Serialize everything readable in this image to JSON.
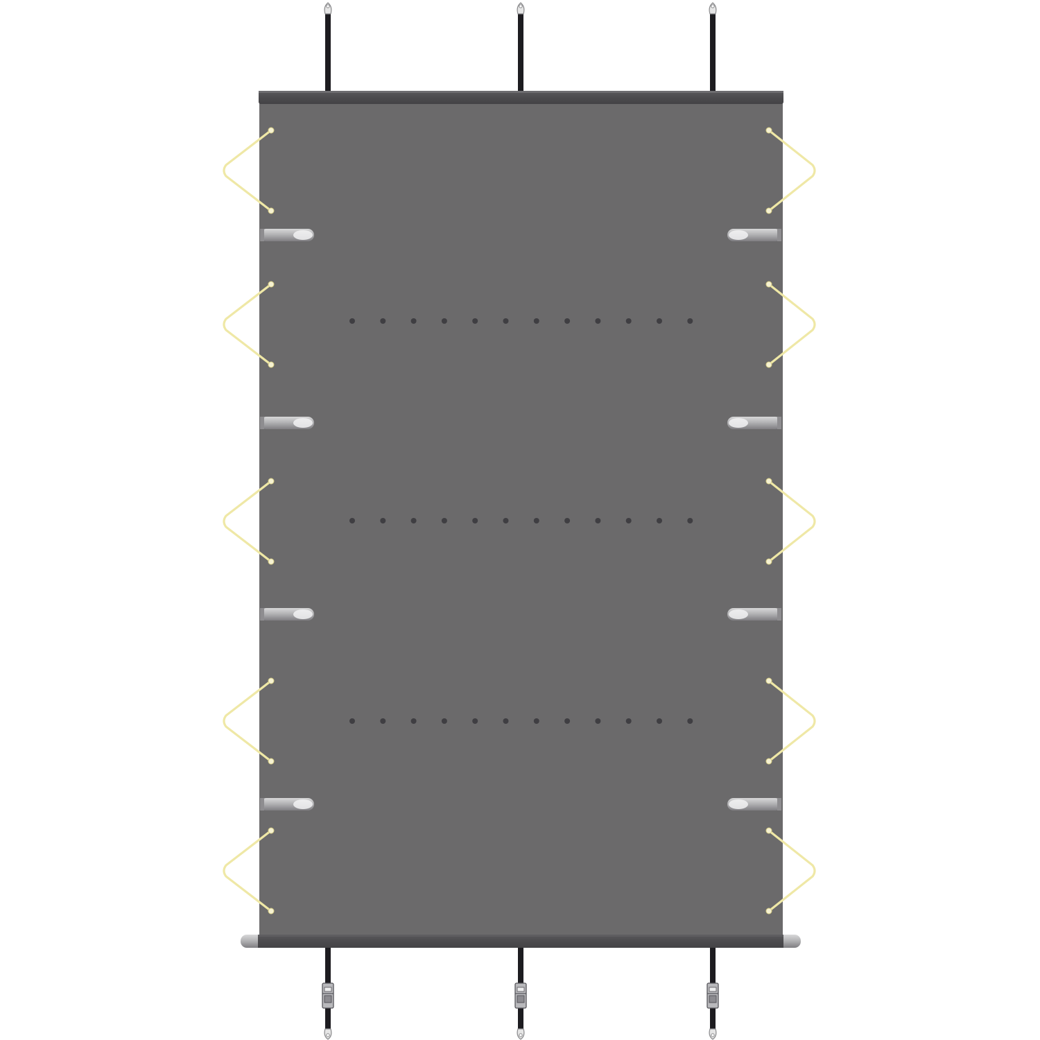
{
  "colors": {
    "background": "#ffffff",
    "cover": "#6b6a6b",
    "edge_bar": "#4f4e50",
    "edge_bar_highlight": "#7a797b",
    "strap": "#1d1c20",
    "bungee": "#efe8a6",
    "bungee_knot": "#f6f2d2",
    "tube_light": "#cfcfd0",
    "tube_dark": "#8e8d90",
    "grommet": "#3f3e42",
    "clip": "#e6e6e6",
    "buckle": "#b9b9bc"
  },
  "icons": {
    "top_hook": "clip-hook-icon",
    "bottom_buckle": "ratchet-buckle-icon",
    "side_tube": "tube-handle-icon",
    "side_loop": "bungee-loop-icon",
    "drain_hole": "grommet-icon"
  },
  "cover": {
    "top_straps": 3,
    "bottom_straps": 3,
    "bungee_loops_per_side": 5,
    "tube_handles_per_side": 4,
    "drain_rows": 3,
    "holes_per_row": 12
  }
}
